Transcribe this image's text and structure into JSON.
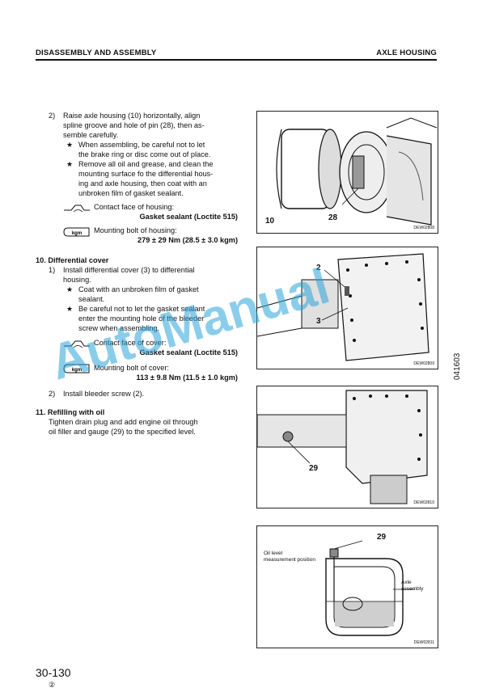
{
  "header": {
    "left": "DISASSEMBLY AND ASSEMBLY",
    "right": "AXLE HOUSING"
  },
  "step2": {
    "num": "2)",
    "line1": "Raise axle housing (10) horizontally, align",
    "line2": "spline groove and hole of pin (28), then as-",
    "line3": "semble carefully.",
    "star1_l1": "When assembling, be careful not to let",
    "star1_l2": "the brake ring or disc come out of place.",
    "star2_l1": "Remove all oil and grease, and clean the",
    "star2_l2": "mounting surface fo the differential hous-",
    "star2_l3": "ing and axle housing, then coat with an",
    "star2_l4": "unbroken film of gasket sealant.",
    "contact_label": "Contact face of housing:",
    "contact_value": "Gasket sealant (Loctite 515)",
    "mount_label": "Mounting bolt of housing:",
    "mount_value": "279 ± 29 Nm (28.5 ± 3.0 kgm)"
  },
  "section10": {
    "title": "10. Differential cover",
    "num1": "1)",
    "l1": "Install differential cover (3) to differential",
    "l2": "housing.",
    "star1_l1": "Coat with an unbroken film of gasket",
    "star1_l2": "sealant.",
    "star2_l1": "Be careful not to let the gasket sealant",
    "star2_l2": "enter the mounting hole of the bleeder",
    "star2_l3": "screw when assembling.",
    "contact_label": "Contact face of cover:",
    "contact_value": "Gasket sealant (Loctite 515)",
    "mount_label": "Mounting bolt of cover:",
    "mount_value": "113 ± 9.8 Nm (11.5 ± 1.0 kgm)",
    "num2": "2)",
    "l3": "Install bleeder screw (2)."
  },
  "section11": {
    "title": "11. Refilling with oil",
    "l1": "Tighten drain plug and add engine oil through",
    "l2": "oil filler and gauge (29) to the specified level."
  },
  "star": "★",
  "icon_text": "kgm",
  "figures": {
    "fig1": {
      "label_a": "10",
      "label_b": "28",
      "code": "DEW02808"
    },
    "fig2": {
      "label_a": "2",
      "label_b": "3",
      "code": "DEW02809"
    },
    "fig3": {
      "label_a": "29",
      "code": "DEW02810"
    },
    "fig4": {
      "label_a": "29",
      "oil_l1": "Oil level",
      "oil_l2": "measurement position",
      "axle_l1": "Axle",
      "axle_l2": "assembly",
      "code": "DEW02811"
    }
  },
  "side_code": "041603",
  "watermark": "AutoManual",
  "footer": {
    "page": "30-130",
    "rev": "②"
  }
}
